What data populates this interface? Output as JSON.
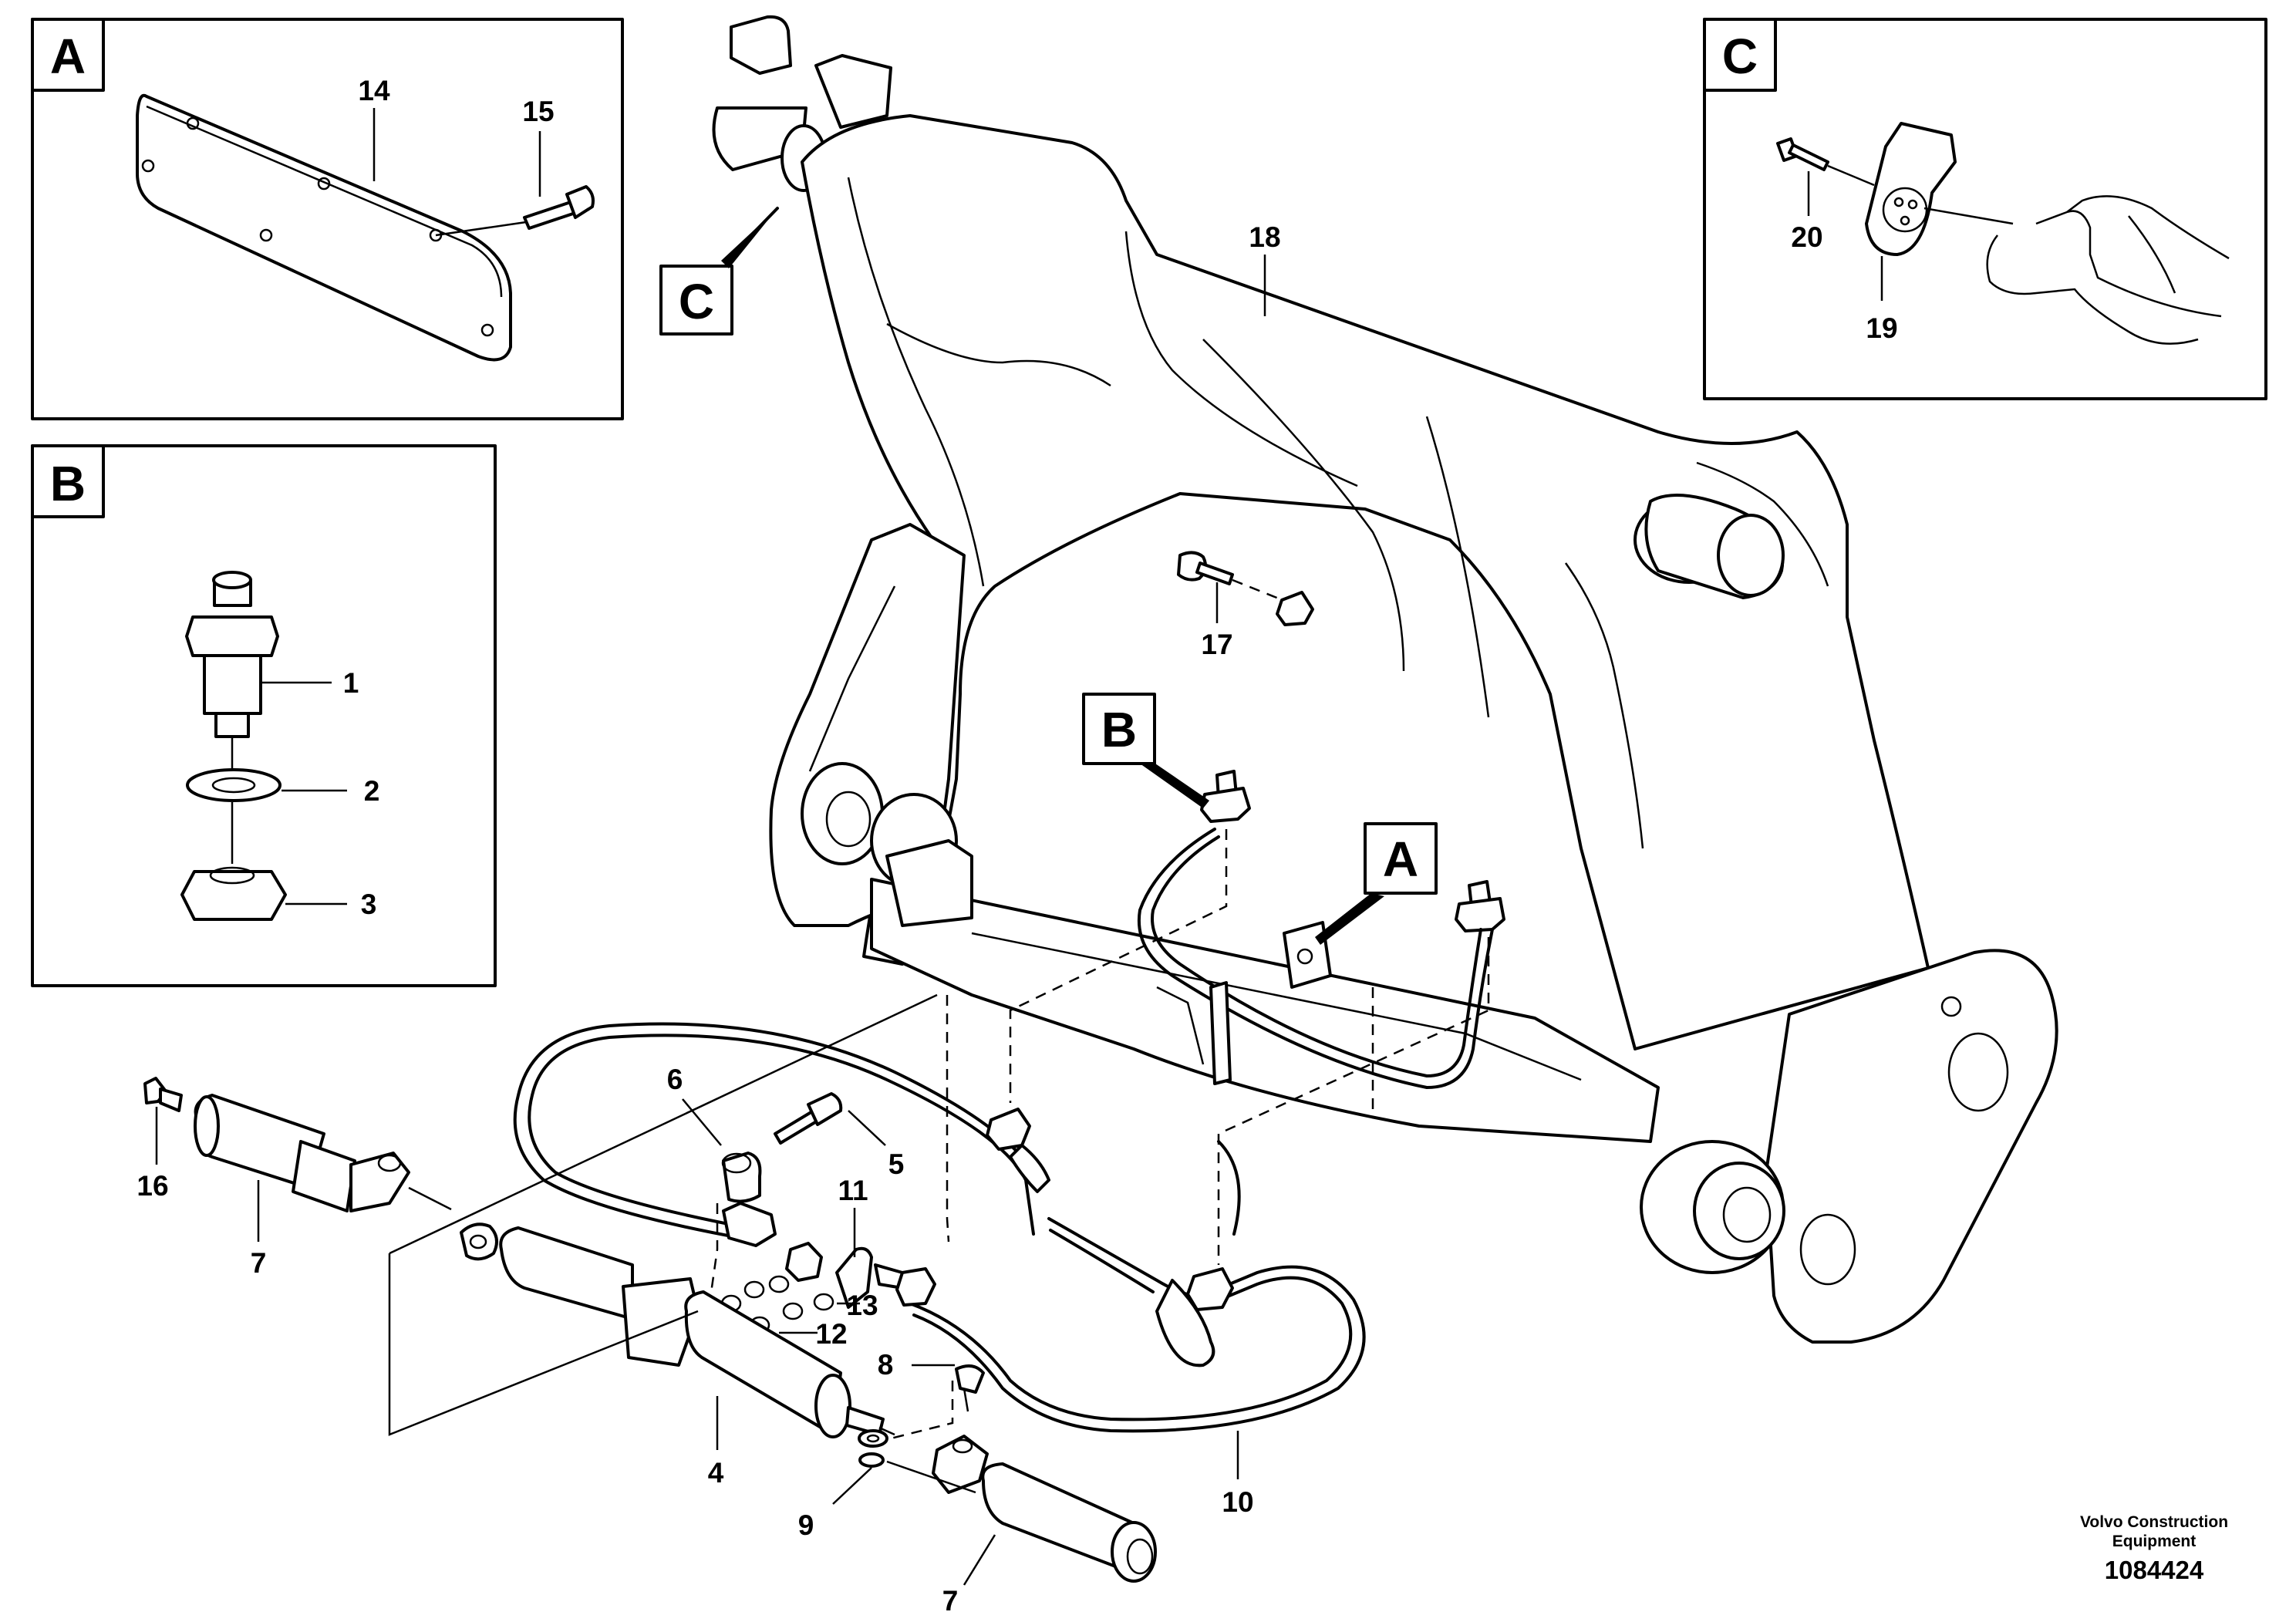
{
  "detail_views": {
    "a": {
      "letter": "A",
      "callouts": [
        "14",
        "15"
      ]
    },
    "b": {
      "letter": "B",
      "callouts": [
        "1",
        "2",
        "3"
      ]
    },
    "c": {
      "letter": "C",
      "callouts": [
        "20",
        "19"
      ]
    }
  },
  "main_view": {
    "view_refs": [
      "C",
      "B",
      "A"
    ],
    "callouts": [
      "18",
      "17",
      "6",
      "5",
      "11",
      "13",
      "12",
      "8",
      "16",
      "7",
      "4",
      "9",
      "10",
      "7"
    ]
  },
  "footer": {
    "company_line1": "Volvo Construction",
    "company_line2": "Equipment",
    "drawing_number": "1084424"
  }
}
